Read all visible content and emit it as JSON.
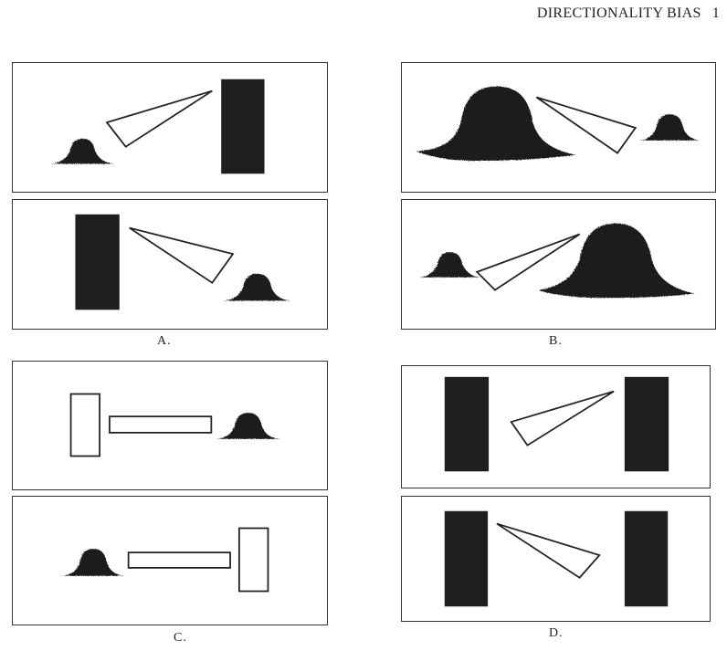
{
  "header": {
    "title": "DIRECTIONALITY BIAS",
    "page_number": "1"
  },
  "figure": {
    "labels": {
      "a": "A.",
      "b": "B.",
      "c": "C.",
      "d": "D."
    }
  },
  "colors": {
    "ink": "#1e1e1e",
    "frame": "#333333",
    "paper": "#ffffff"
  }
}
